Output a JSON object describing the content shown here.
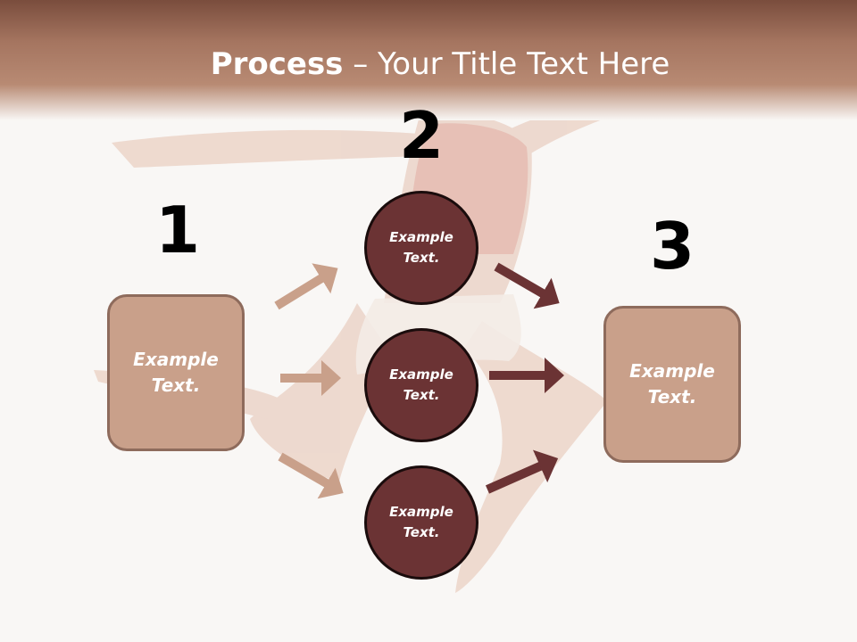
{
  "slide": {
    "title_bold": "Process",
    "title_rest": " – Your Title Text Here"
  },
  "steps": {
    "step1": "1",
    "step2": "2",
    "step3": "3"
  },
  "nodes": {
    "left_box": "Example Text.",
    "circle_top": "Example Text.",
    "circle_middle": "Example Text.",
    "circle_bottom": "Example Text.",
    "right_box": "Example Text."
  },
  "colors": {
    "header": "#a57560",
    "box_fill": "#c9a08a",
    "box_border": "#8e6b5c",
    "circle_fill": "#6b3334",
    "arrow_light": "#c9a08a",
    "arrow_dark": "#6b3334"
  }
}
